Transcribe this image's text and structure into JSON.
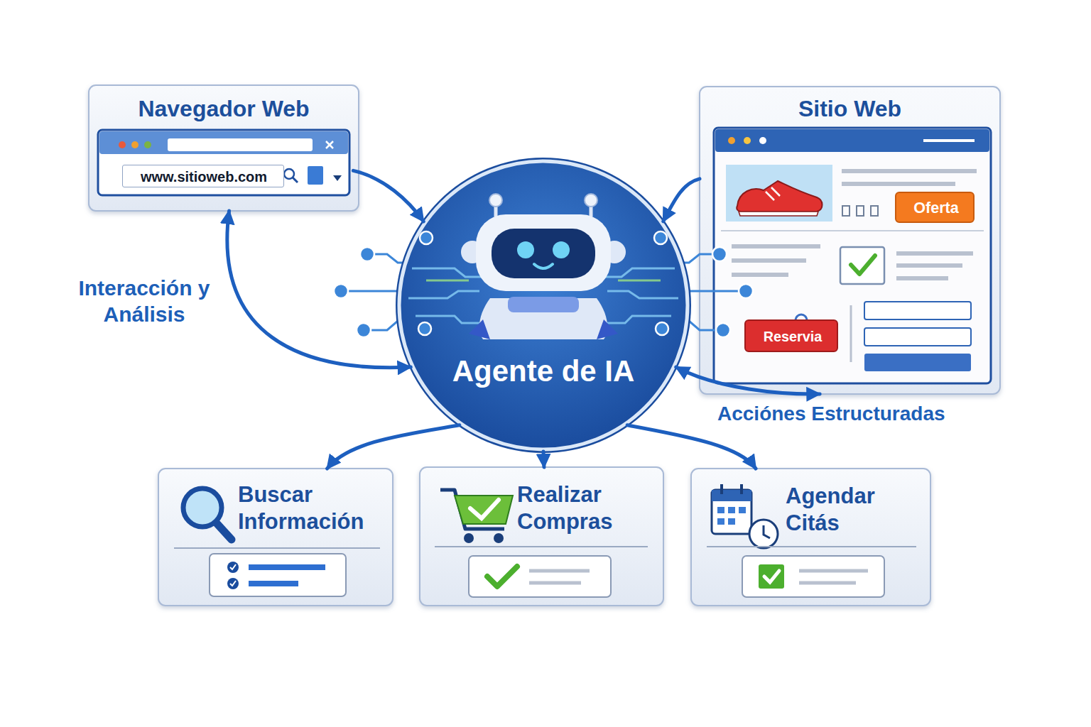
{
  "diagram": {
    "nodes": [
      {
        "text": [
          "Navegador Web"
        ]
      },
      {
        "text": [
          "www.sitioweb.com"
        ],
        "in": 0
      },
      {
        "text": [
          "Sitio Web"
        ]
      },
      {
        "text": [
          "Oferta"
        ],
        "in": 2
      },
      {
        "text": [
          "Reservia"
        ],
        "in": 2
      },
      {
        "text": [
          "Agente de IA"
        ]
      },
      {
        "text": [
          "Buscar Información"
        ]
      },
      {
        "text": [
          "Realizar Compras"
        ]
      },
      {
        "text": [
          "Agendar Citás"
        ]
      }
    ],
    "edges": [
      {
        "from": 0,
        "to": 5,
        "arrow": "to"
      },
      {
        "from": 0,
        "to": 5,
        "arrow": "both",
        "label": "Interacción y Análisis"
      },
      {
        "from": 2,
        "to": 5,
        "arrow": "to"
      },
      {
        "from": 5,
        "to": 2,
        "arrow": "both",
        "label": "Acciónes Estructuradas"
      },
      {
        "from": 5,
        "to": 6,
        "arrow": "to"
      },
      {
        "from": 5,
        "to": 7,
        "arrow": "to"
      },
      {
        "from": 5,
        "to": 8,
        "arrow": "to"
      }
    ]
  }
}
